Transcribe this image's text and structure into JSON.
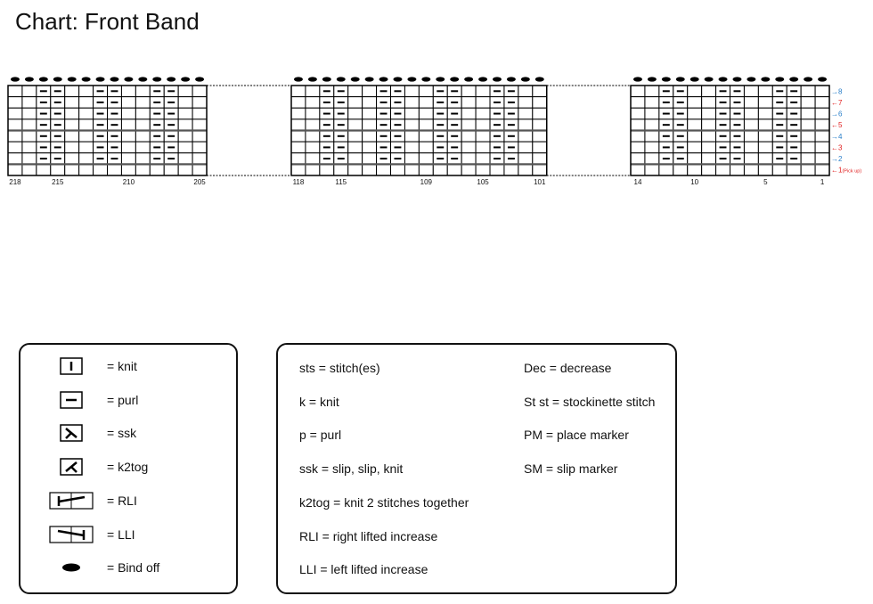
{
  "title": "Chart: Front Band",
  "chart": {
    "sections": [
      {
        "first_stitch": 218,
        "last_stitch": 205,
        "tick_labels": [
          218,
          215,
          210,
          205
        ]
      },
      {
        "first_stitch": 118,
        "last_stitch": 101,
        "tick_labels": [
          118,
          115,
          109,
          105,
          101
        ]
      },
      {
        "first_stitch": 14,
        "last_stitch": 1,
        "tick_labels": [
          14,
          10,
          5,
          1
        ]
      }
    ],
    "rows": 8,
    "stitch_repeat": [
      "knit",
      "knit",
      "purl",
      "purl"
    ],
    "plain_rows": [
      1
    ],
    "bind_off_above_row": 8,
    "row_labels": [
      {
        "row": 8,
        "arrow": "→",
        "text": "8",
        "color": "#2a7fc9"
      },
      {
        "row": 7,
        "arrow": "←",
        "text": "7",
        "color": "#e02020"
      },
      {
        "row": 6,
        "arrow": "→",
        "text": "6",
        "color": "#2a7fc9"
      },
      {
        "row": 5,
        "arrow": "←",
        "text": "5",
        "color": "#e02020"
      },
      {
        "row": 4,
        "arrow": "→",
        "text": "4",
        "color": "#2a7fc9"
      },
      {
        "row": 3,
        "arrow": "←",
        "text": "3",
        "color": "#e02020"
      },
      {
        "row": 2,
        "arrow": "→",
        "text": "2",
        "color": "#2a7fc9"
      },
      {
        "row": 1,
        "arrow": "←",
        "text": "1",
        "note": "(Pick up)",
        "color": "#e02020"
      }
    ]
  },
  "legend": [
    {
      "icon": "knit",
      "label": "= knit"
    },
    {
      "icon": "purl",
      "label": "= purl"
    },
    {
      "icon": "ssk",
      "label": "= ssk"
    },
    {
      "icon": "k2tog",
      "label": "= k2tog"
    },
    {
      "icon": "rli",
      "label": "= RLI"
    },
    {
      "icon": "lli",
      "label": "= LLI"
    },
    {
      "icon": "bind-off",
      "label": "= Bind off"
    }
  ],
  "abbreviations": {
    "left": [
      "sts = stitch(es)",
      "k = knit",
      "p = purl",
      "ssk = slip, slip, knit",
      "k2tog = knit 2 stitches together",
      "RLI = right lifted increase",
      "LLI = left lifted increase"
    ],
    "right": [
      "Dec = decrease",
      "St st = stockinette stitch",
      "PM = place marker",
      "SM = slip marker"
    ]
  }
}
